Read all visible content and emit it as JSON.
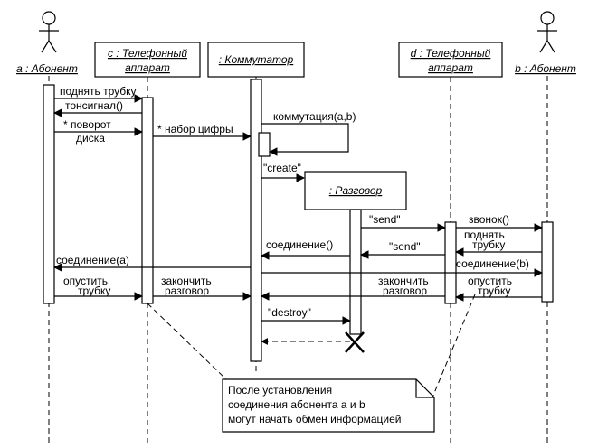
{
  "actors": {
    "a": {
      "label": "a : Абонент"
    },
    "b": {
      "label": "b : Абонент"
    }
  },
  "objects": {
    "phone_c": {
      "line1": "c : Телефонный",
      "line2": "аппарат"
    },
    "switch": {
      "label": ": Коммутатор"
    },
    "phone_d": {
      "line1": "d : Телефонный",
      "line2": "аппарат"
    },
    "conversation": {
      "label": ": Разговор"
    }
  },
  "messages": {
    "lift_handset": "поднять трубку",
    "dial_tone": "тонсигнал()",
    "rotate_line1": "* поворот",
    "rotate_line2": "диска",
    "dial_digits": "* набор цифры",
    "switching": "коммутация(a,b)",
    "create": "\"create\"",
    "send_1": "\"send\"",
    "call": "звонок()",
    "lift_b_line1": "поднять",
    "lift_b_line2": "трубку",
    "send_2": "\"send\"",
    "connection_switch": "соединение()",
    "connection_a": "соединение(a)",
    "connection_b": "соединение(b)",
    "hangup_a_line1": "опустить",
    "hangup_a_line2": "трубку",
    "end_c_line1": "закончить",
    "end_c_line2": "разговор",
    "end_d_line1": "закончить",
    "end_d_line2": "разговор",
    "hangup_b_line1": "опустить",
    "hangup_b_line2": "трубку",
    "destroy": "\"destroy\""
  },
  "note": {
    "line1": "После установления",
    "line2": "соединения абонента a и b",
    "line3": "могут начать обмен информацией"
  }
}
